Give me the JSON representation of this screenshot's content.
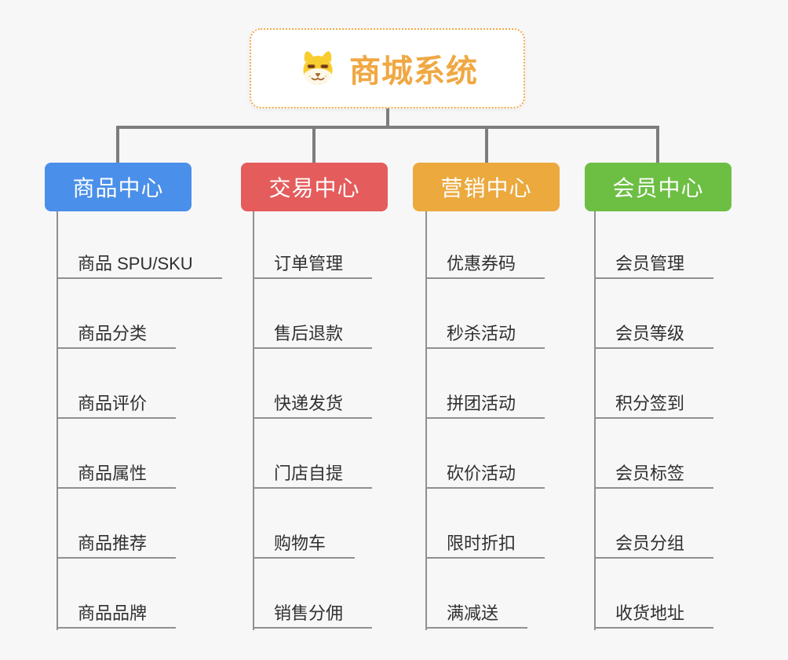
{
  "page": {
    "background": "#f7f7f8",
    "connector_color": "#7d7d7d",
    "leaf_line_color": "#909090",
    "leaf_text_color": "#303030"
  },
  "root": {
    "title": "商城系统",
    "icon": "shiba-dog-face-icon",
    "title_color": "#f0a843",
    "border_color": "#f2ab4a"
  },
  "branches": [
    {
      "label": "商品中心",
      "color": "#4a8fe9",
      "children": [
        "商品 SPU/SKU",
        "商品分类",
        "商品评价",
        "商品属性",
        "商品推荐",
        "商品品牌"
      ]
    },
    {
      "label": "交易中心",
      "color": "#e45c5c",
      "children": [
        "订单管理",
        "售后退款",
        "快递发货",
        "门店自提",
        "购物车",
        "销售分佣"
      ]
    },
    {
      "label": "营销中心",
      "color": "#eba93e",
      "children": [
        "优惠券码",
        "秒杀活动",
        "拼团活动",
        "砍价活动",
        "限时折扣",
        "满减送"
      ]
    },
    {
      "label": "会员中心",
      "color": "#6cbf43",
      "children": [
        "会员管理",
        "会员等级",
        "积分签到",
        "会员标签",
        "会员分组",
        "收货地址"
      ]
    }
  ]
}
